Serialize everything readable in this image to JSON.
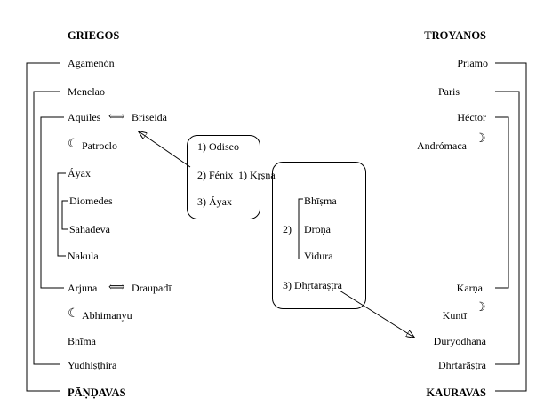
{
  "left": {
    "header": "GRIEGOS",
    "footer": "PĀṆḌAVAS",
    "items": {
      "agamenon": "Agamenón",
      "menelao": "Menelao",
      "aquiles": "Aquiles",
      "briseida": "Briseida",
      "patroclo": "Patroclo",
      "ayax": "Áyax",
      "diomedes": "Diomedes",
      "sahadeva": "Sahadeva",
      "nakula": "Nakula",
      "arjuna": "Arjuna",
      "draupadi": "Draupadī",
      "abhimanyu": "Abhimanyu",
      "bhima": "Bhīma",
      "yudhisthira": "Yudhiṣṭhira"
    }
  },
  "right": {
    "header": "TROYANOS",
    "footer": "KAURAVAS",
    "items": {
      "priamo": "Príamo",
      "paris": "Paris",
      "hector": "Héctor",
      "andromaca": "Andrómaca",
      "karna": "Karṇa",
      "kunti": "Kuntī",
      "duryodhana": "Duryodhana",
      "dhrtarastra": "Dhṛtarāṣṭra"
    }
  },
  "box_greek": {
    "item1": "1) Odiseo",
    "item2": "2) Fénix",
    "item3": "3) Áyax"
  },
  "box_indian": {
    "item1": "1) Kṛṣṇa",
    "item2_prefix": "2)",
    "item2_list": [
      "Bhīṣma",
      "Droṇa",
      "Vidura"
    ],
    "item3": "3) Dhṛtarāṣṭra"
  },
  "symbols": {
    "double_arrow": "⟺",
    "curl_left": "☾",
    "curl_right": "☽"
  }
}
